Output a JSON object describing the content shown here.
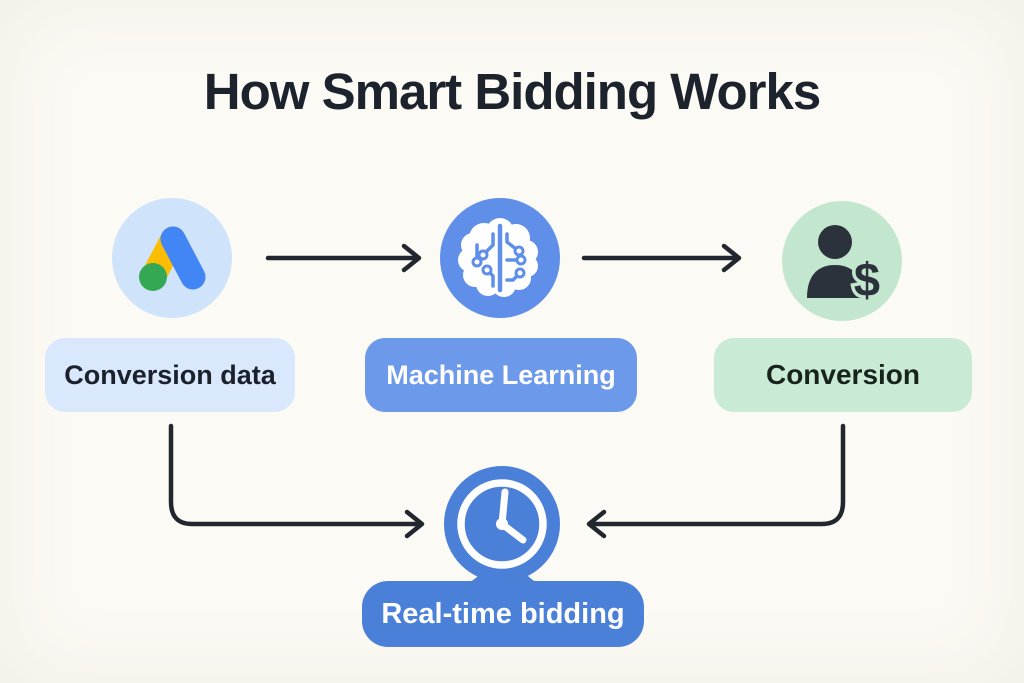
{
  "title": "How Smart Bidding Works",
  "nodes": {
    "conversion_data": {
      "label": "Conversion data",
      "icon": "google-ads-icon",
      "box_color": "#d9e8fc",
      "circle_color": "#cfe3fb"
    },
    "machine_learning": {
      "label": "Machine Learning",
      "icon": "brain-circuit-icon",
      "box_color": "#6d99ea",
      "circle_color": "#5f8fe8"
    },
    "conversion": {
      "label": "Conversion",
      "icon": "person-dollar-icon",
      "box_color": "#c9ebd6",
      "circle_color": "#c3e7ce"
    },
    "real_time_bidding": {
      "label": "Real-time bidding",
      "icon": "clock-icon",
      "box_color": "#4a80d8",
      "circle_color": "#4a80d8"
    }
  },
  "icons": {
    "person_dollar_symbol": "$"
  },
  "connections": [
    {
      "from": "conversion_data",
      "to": "machine_learning",
      "style": "straight-arrow-right"
    },
    {
      "from": "machine_learning",
      "to": "conversion",
      "style": "straight-arrow-right"
    },
    {
      "from": "conversion_data",
      "to": "real_time_bidding",
      "style": "elbow-arrow-down-right"
    },
    {
      "from": "conversion",
      "to": "real_time_bidding",
      "style": "elbow-arrow-down-left"
    }
  ],
  "colors": {
    "background": "#fcfaf4",
    "title_text": "#1d232d",
    "arrow": "#22272f",
    "dark_icon": "#2c323b",
    "google_ads_blue": "#4285f4",
    "google_ads_yellow": "#fbbc04",
    "google_ads_green": "#34a853"
  }
}
